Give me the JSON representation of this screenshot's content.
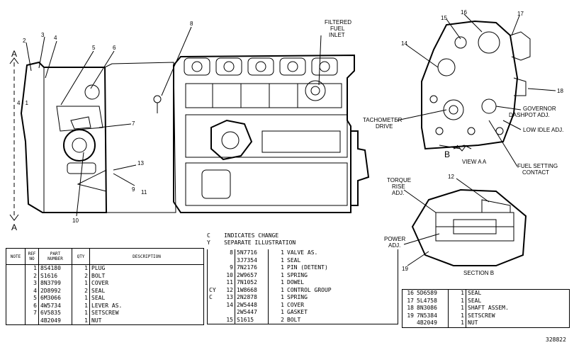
{
  "callouts": {
    "left_view": [
      "2",
      "3",
      "4",
      "5",
      "6",
      "7",
      "8",
      "9",
      "10",
      "11",
      "13",
      "4 - 1"
    ],
    "filtered_fuel_inlet": "FILTERED\nFUEL\nINLET",
    "section_a_top": "A",
    "section_a_bottom": "A",
    "view_aa": "VIEW A A",
    "section_b_marker": "B",
    "section_b_title": "SECTION B",
    "governor_dashpot": "GOVERNOR\nDASHPOT ADJ.",
    "low_idle": "LOW IDLE ADJ.",
    "fuel_setting": "FUEL SETTING\nCONTACT",
    "tachometer": "TACHOMETER\nDRIVE",
    "torque_rise": "TORQUE\nRISE\nADJ.",
    "power_adj": "POWER\nADJ.",
    "right_view_numbers": [
      "14",
      "15",
      "16",
      "17",
      "18",
      "12",
      "19"
    ]
  },
  "legend": {
    "c_line": "C    INDICATES CHANGE",
    "y_line": "Y    SEPARATE ILLUSTRATION"
  },
  "table1": {
    "headers": [
      "NOTE",
      "REF\nNO",
      "PART\nNUMBER",
      "QTY",
      "DESCRIPTION"
    ],
    "rows": [
      {
        "note": "",
        "ref": "1",
        "part": "8S4180",
        "qty": "1",
        "desc": "PLUG"
      },
      {
        "note": "",
        "ref": "2",
        "part": "S1616",
        "qty": "2",
        "desc": "BOLT"
      },
      {
        "note": "",
        "ref": "3",
        "part": "8N3799",
        "qty": "1",
        "desc": "COVER"
      },
      {
        "note": "",
        "ref": "4",
        "part": "2D8992",
        "qty": "2",
        "desc": "SEAL"
      },
      {
        "note": "",
        "ref": "5",
        "part": "6M3066",
        "qty": "1",
        "desc": "SEAL"
      },
      {
        "note": "",
        "ref": "6",
        "part": "4W5734",
        "qty": "1",
        "desc": "LEVER AS."
      },
      {
        "note": "",
        "ref": "7",
        "part": "6V5835",
        "qty": "1",
        "desc": "SETSCREW"
      },
      {
        "note": "",
        "ref": "",
        "part": "4B2049",
        "qty": "1",
        "desc": "NUT"
      }
    ]
  },
  "table2": {
    "rows": [
      {
        "note": "",
        "ref": "8",
        "part": "5N7716",
        "qty": "1",
        "desc": "VALVE AS."
      },
      {
        "note": "",
        "ref": "",
        "part": "3J7354",
        "qty": "1",
        "desc": "SEAL"
      },
      {
        "note": "",
        "ref": "9",
        "part": "7N2176",
        "qty": "1",
        "desc": "PIN (DETENT)"
      },
      {
        "note": "",
        "ref": "10",
        "part": "2W9657",
        "qty": "1",
        "desc": "SPRING"
      },
      {
        "note": "",
        "ref": "11",
        "part": "7N1052",
        "qty": "1",
        "desc": "DOWEL"
      },
      {
        "note": "CY",
        "ref": "12",
        "part": "1W8668",
        "qty": "1",
        "desc": "CONTROL GROUP"
      },
      {
        "note": "C",
        "ref": "13",
        "part": "2N2878",
        "qty": "1",
        "desc": "SPRING"
      },
      {
        "note": "",
        "ref": "14",
        "part": "2W5448",
        "qty": "1",
        "desc": "COVER"
      },
      {
        "note": "",
        "ref": "",
        "part": "2W5447",
        "qty": "1",
        "desc": "GASKET"
      },
      {
        "note": "",
        "ref": "15",
        "part": "S1615",
        "qty": "2",
        "desc": "BOLT"
      }
    ]
  },
  "table3": {
    "rows": [
      {
        "ref": "16",
        "part": "5D6589",
        "qty": "1",
        "desc": "SEAL"
      },
      {
        "ref": "17",
        "part": "5L4758",
        "qty": "1",
        "desc": "SEAL"
      },
      {
        "ref": "18",
        "part": "8N3086",
        "qty": "1",
        "desc": "SHAFT ASSEM."
      },
      {
        "ref": "19",
        "part": "7N5384",
        "qty": "1",
        "desc": "SETSCREW"
      },
      {
        "ref": "",
        "part": "4B2049",
        "qty": "1",
        "desc": "NUT"
      }
    ]
  },
  "figure_number": "328822"
}
